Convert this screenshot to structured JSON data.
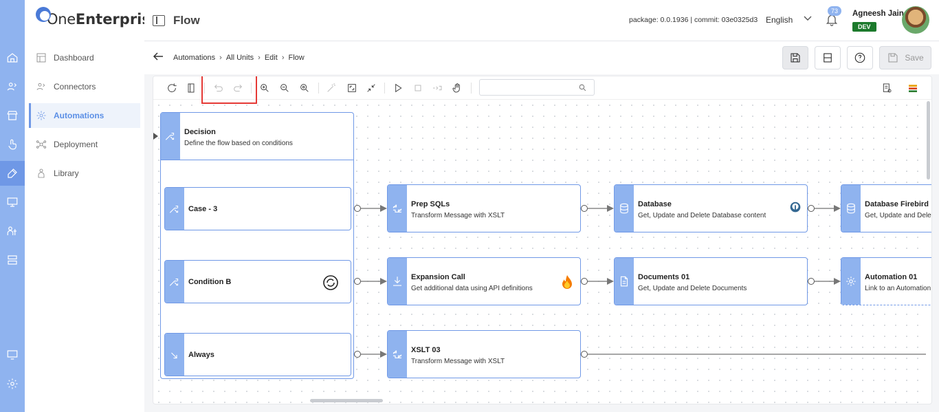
{
  "app": {
    "brand_part1": "One",
    "brand_part2": "Enterprise"
  },
  "header": {
    "title": "Flow",
    "package": "package: 0.0.1936 | commit: 03e0325d3",
    "language": "English",
    "notifications": "73",
    "user_name": "Agneesh Jain",
    "env": "DEV"
  },
  "sidebar": {
    "items": [
      {
        "label": "Dashboard",
        "icon": "dashboard-icon"
      },
      {
        "label": "Connectors",
        "icon": "connectors-icon"
      },
      {
        "label": "Automations",
        "icon": "automations-icon",
        "active": true
      },
      {
        "label": "Deployment",
        "icon": "deployment-icon"
      },
      {
        "label": "Library",
        "icon": "library-icon"
      }
    ]
  },
  "breadcrumb": [
    "Automations",
    "All Units",
    "Edit",
    "Flow"
  ],
  "toolbar": {
    "save_label": "Save"
  },
  "flow": {
    "decision": {
      "title": "Decision",
      "desc": "Define the flow based on conditions"
    },
    "cases": [
      "Case - 3",
      "Condition B",
      "Always"
    ],
    "nodes": [
      {
        "title": "Prep SQLs",
        "desc": "Transform Message with XSLT"
      },
      {
        "title": "Database",
        "desc": "Get, Update and Delete Database content"
      },
      {
        "title": "Database Firebird",
        "desc": "Get, Update and Delete Database content"
      },
      {
        "title": "Expansion Call",
        "desc": "Get additional data using API definitions"
      },
      {
        "title": "Documents 01",
        "desc": "Get, Update and Delete Documents"
      },
      {
        "title": "Automation 01",
        "desc": "Link to an Automation"
      },
      {
        "title": "XSLT 03",
        "desc": "Transform Message with XSLT"
      }
    ]
  }
}
